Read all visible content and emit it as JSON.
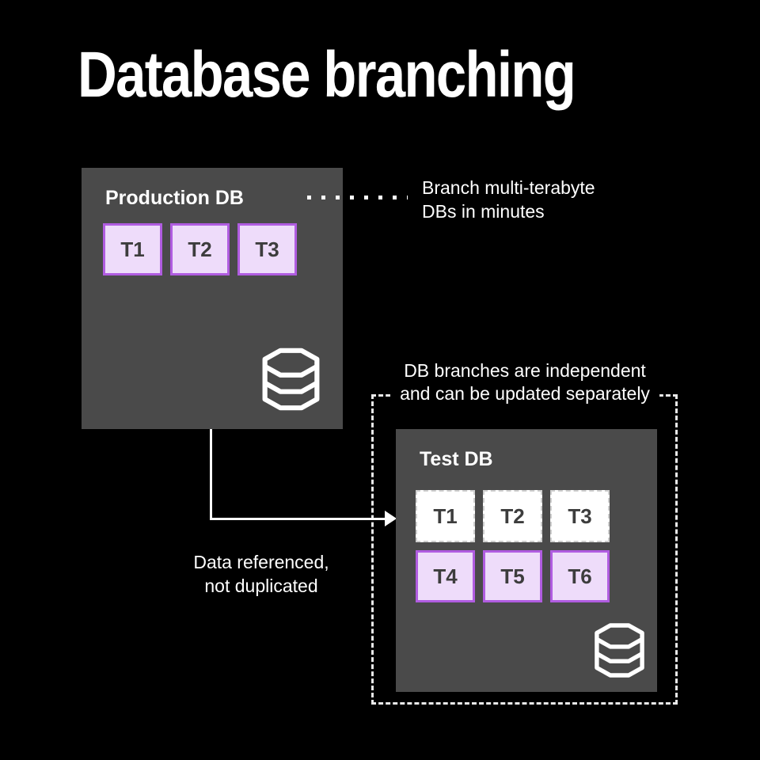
{
  "title": "Database branching",
  "colors": {
    "background": "#000000",
    "box_gray": "#4a4a4a",
    "table_fill": "#eedcfa",
    "table_border": "#b05ce0",
    "table_text": "#3d3d3d",
    "line_white": "#ffffff"
  },
  "production": {
    "label": "Production DB",
    "tables": [
      "T1",
      "T2",
      "T3"
    ],
    "icon": "database-icon"
  },
  "test": {
    "label": "Test DB",
    "inherited_tables": [
      "T1",
      "T2",
      "T3"
    ],
    "new_tables": [
      "T4",
      "T5",
      "T6"
    ],
    "icon": "database-icon"
  },
  "annotations": {
    "branch_line1": "Branch multi-terabyte",
    "branch_line2": "DBs in minutes",
    "independent_line1": "DB branches are independent",
    "independent_line2": "and can be updated separately",
    "referenced_line1": "Data referenced,",
    "referenced_line2": "not duplicated"
  }
}
